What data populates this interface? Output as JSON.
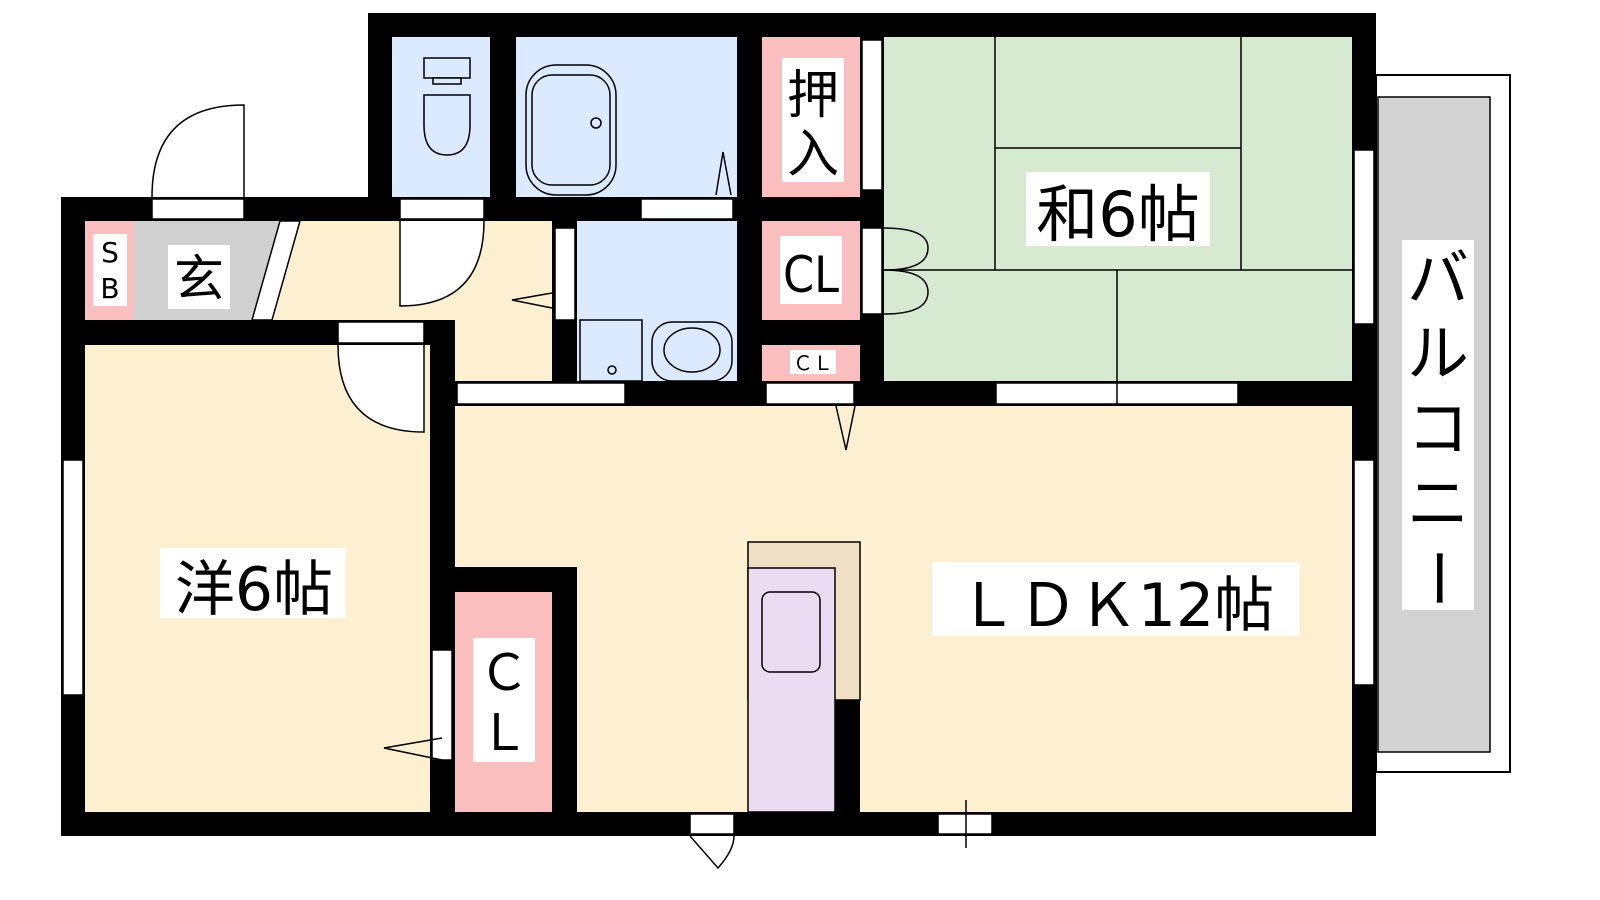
{
  "rooms": {
    "japanese_room": "和6帖",
    "western_room": "洋6帖",
    "ldk": "ＬＤＫ12帖",
    "closet_oshiire_1": "押",
    "closet_oshiire_2": "入",
    "closet_cl_top": "CL",
    "closet_cl_small": "ＣＬ",
    "closet_cl_bottom_1": "Ｃ",
    "closet_cl_bottom_2": "Ｌ",
    "entrance": "玄",
    "shoe_box_1": "S",
    "shoe_box_2": "B",
    "balcony": [
      "バ",
      "ル",
      "コ",
      "ニ",
      "ー"
    ]
  },
  "colors": {
    "wall": "#000000",
    "wet_area": "#dbeafe",
    "closet": "#fcbfbf",
    "tatami": "#d5ead0",
    "floor": "#fdf0d0",
    "entrance": "#d0d0d0",
    "kitchen": "#ecdcf2",
    "counter": "#efdfc4",
    "balcony": "#d3d3d3"
  }
}
